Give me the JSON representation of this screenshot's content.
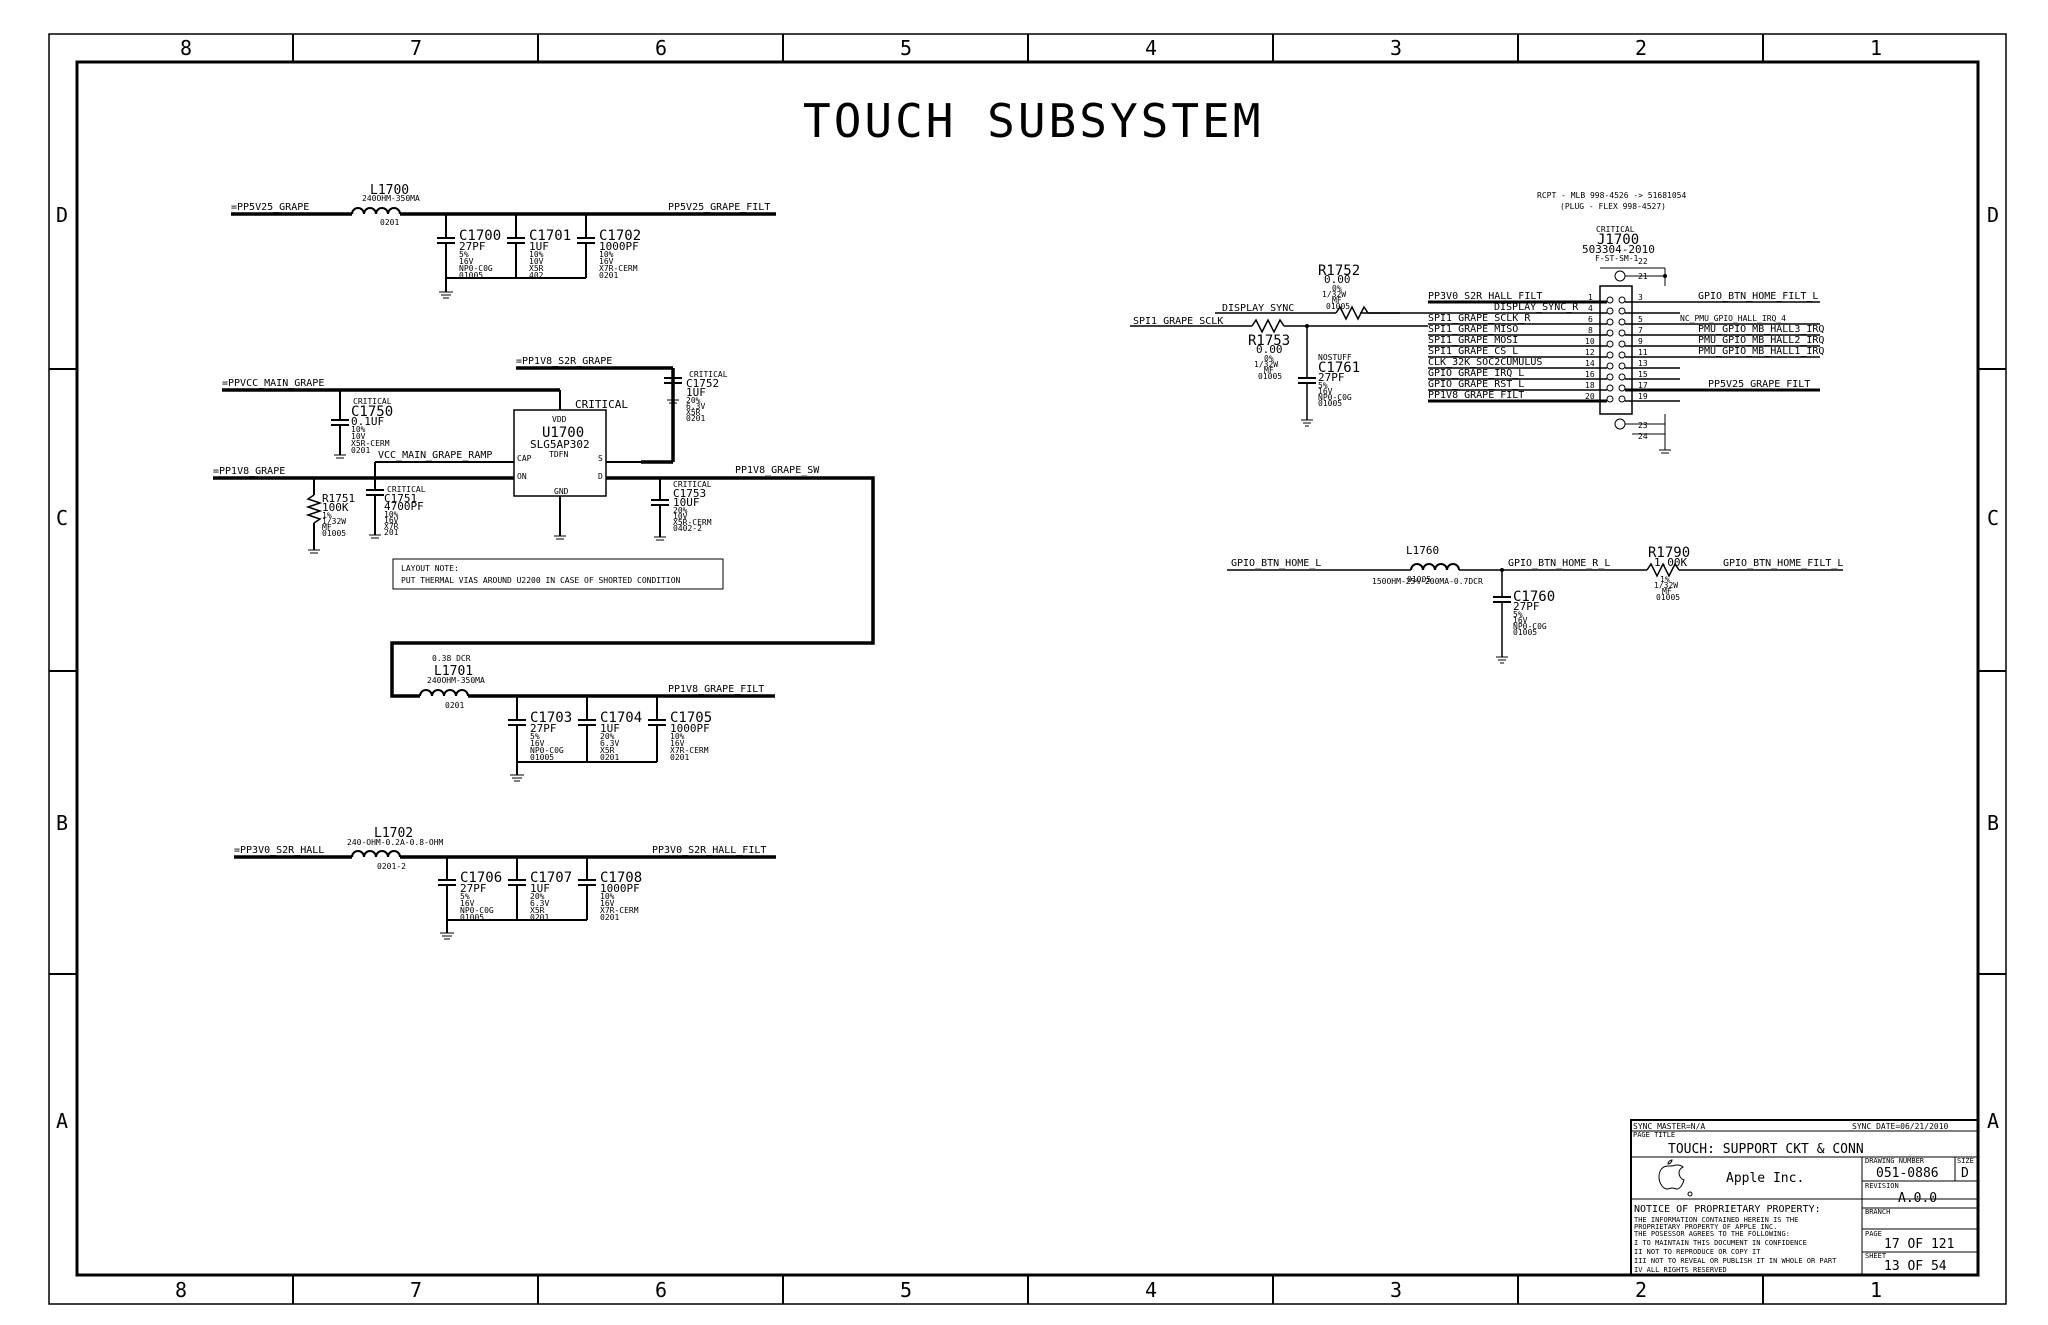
{
  "title": "TOUCH SUBSYSTEM",
  "zones": {
    "columns": [
      "8",
      "7",
      "6",
      "5",
      "4",
      "3",
      "2",
      "1"
    ],
    "rows": [
      "D",
      "C",
      "B",
      "A"
    ]
  },
  "filter_d": {
    "input_net": "=PP5V25_GRAPE",
    "inductor": {
      "ref": "L1700",
      "value": "240OHM-350MA",
      "pkg": "0201"
    },
    "output_net": "PP5V25_GRAPE_FILT",
    "caps": [
      {
        "ref": "C1700",
        "value": "27PF",
        "tol": "5%",
        "volt": "16V",
        "diel": "NP0-C0G",
        "pkg": "01005"
      },
      {
        "ref": "C1701",
        "value": "1UF",
        "tol": "10%",
        "volt": "10V",
        "diel": "X5R",
        "pkg": "402"
      },
      {
        "ref": "C1702",
        "value": "1000PF",
        "tol": "10%",
        "volt": "16V",
        "diel": "X7R-CERM",
        "pkg": "0201"
      }
    ]
  },
  "regulator": {
    "net_s2r": "=PP1V8_S2R_GRAPE",
    "net_main": "=PPVCC_MAIN_GRAPE",
    "net_in": "=PP1V8_GRAPE",
    "net_ramp": "VCC_MAIN_GRAPE_RAMP",
    "net_sw": "PP1V8_GRAPE_SW",
    "critical": "CRITICAL",
    "ic": {
      "ref": "U1700",
      "part": "SLG5AP302",
      "pkg": "TDFN",
      "vdd": "VDD",
      "cap": "CAP",
      "on": "ON",
      "gnd": "GND",
      "s": "S",
      "d": "D"
    },
    "c1750": {
      "ref": "C1750",
      "value": "0.1UF",
      "tol": "10%",
      "volt": "10V",
      "diel": "X5R-CERM",
      "pkg": "0201"
    },
    "c1751": {
      "ref": "C1751",
      "value": "4700PF",
      "tol": "10%",
      "volt": "16V",
      "diel": "X7R",
      "pkg": "201"
    },
    "c1752": {
      "ref": "C1752",
      "value": "1UF",
      "tol": "20%",
      "volt": "6.3V",
      "diel": "X5R",
      "pkg": "0201"
    },
    "c1753": {
      "ref": "C1753",
      "value": "10UF",
      "tol": "20%",
      "volt": "10V",
      "diel": "X5R-CERM",
      "pkg": "0402-2"
    },
    "r1751": {
      "ref": "R1751",
      "value": "100K",
      "tol": "1%",
      "power": "1/32W",
      "type": "MF",
      "pkg": "01005"
    },
    "layout_note_title": "LAYOUT NOTE:",
    "layout_note_text": "PUT THERMAL VIAS AROUND U2200 IN CASE OF SHORTED CONDITION"
  },
  "filter_b": {
    "dcr": "0.38 DCR",
    "inductor": {
      "ref": "L1701",
      "value": "240OHM-350MA",
      "pkg": "0201"
    },
    "output_net": "PP1V8_GRAPE_FILT",
    "caps": [
      {
        "ref": "C1703",
        "value": "27PF",
        "tol": "5%",
        "volt": "16V",
        "diel": "NP0-C0G",
        "pkg": "01005"
      },
      {
        "ref": "C1704",
        "value": "1UF",
        "tol": "20%",
        "volt": "6.3V",
        "diel": "X5R",
        "pkg": "0201"
      },
      {
        "ref": "C1705",
        "value": "1000PF",
        "tol": "10%",
        "volt": "16V",
        "diel": "X7R-CERM",
        "pkg": "0201"
      }
    ]
  },
  "filter_b2": {
    "input_net": "=PP3V0_S2R_HALL",
    "inductor": {
      "ref": "L1702",
      "value": "240-OHM-0.2A-0.8-OHM",
      "pkg": "0201-2"
    },
    "output_net": "PP3V0_S2R_HALL_FILT",
    "caps": [
      {
        "ref": "C1706",
        "value": "27PF",
        "tol": "5%",
        "volt": "16V",
        "diel": "NP0-C0G",
        "pkg": "01005"
      },
      {
        "ref": "C1707",
        "value": "1UF",
        "tol": "20%",
        "volt": "6.3V",
        "diel": "X5R",
        "pkg": "0201"
      },
      {
        "ref": "C1708",
        "value": "1000PF",
        "tol": "10%",
        "volt": "16V",
        "diel": "X7R-CERM",
        "pkg": "0201"
      }
    ]
  },
  "connector": {
    "note1": "RCPT - MLB 998-4526 -> 51681054",
    "note2": "(PLUG - FLEX 998-4527)",
    "critical": "CRITICAL",
    "ref": "J1700",
    "part": "503304-2010",
    "pkg": "F-ST-SM-1",
    "left_nets": [
      "PP3V0_S2R_HALL_FILT",
      "DISPLAY_SYNC_R",
      "SPI1_GRAPE_SCLK_R",
      "SPI1_GRAPE_MISO",
      "SPI1_GRAPE_MOSI",
      "SPI1_GRAPE_CS_L",
      "CLK_32K_SOC2CUMULUS",
      "GPIO_GRAPE_IRQ_L",
      "GPIO_GRAPE_RST_L",
      "PP1V8_GRAPE_FILT"
    ],
    "left_pins": [
      "1",
      "4",
      "6",
      "8",
      "10",
      "12",
      "14",
      "16",
      "18",
      "20"
    ],
    "right_nets": [
      "GPIO_BTN_HOME_FILT_L",
      "NC_PMU_GPIO_HALL_IRQ_4",
      "PMU_GPIO_MB_HALL3_IRQ",
      "PMU_GPIO_MB_HALL2_IRQ",
      "PMU_GPIO_MB_HALL1_IRQ",
      "PP5V25_GRAPE_FILT"
    ],
    "right_pins": [
      "3",
      "5",
      "7",
      "9",
      "11",
      "13",
      "15",
      "17",
      "19"
    ],
    "top_pins": [
      "22",
      "21"
    ],
    "bottom_pins": [
      "23",
      "24"
    ],
    "r1752": {
      "ref": "R1752",
      "value": "0.00",
      "tol": "0%",
      "power": "1/32W",
      "type": "MF",
      "pkg": "01005"
    },
    "r1753": {
      "ref": "R1753",
      "value": "0.00",
      "tol": "0%",
      "power": "1/32W",
      "type": "MF",
      "pkg": "01005"
    },
    "c1761": {
      "stuff": "NOSTUFF",
      "ref": "C1761",
      "value": "27PF",
      "tol": "5%",
      "volt": "16V",
      "diel": "NP0-C0G",
      "pkg": "01005"
    },
    "display_sync": "DISPLAY_SYNC",
    "spi_sclk": "SPI1_GRAPE_SCLK"
  },
  "home_button": {
    "net_in": "GPIO_BTN_HOME_L",
    "inductor": {
      "ref": "L1760",
      "value": "150OHM-25%-200MA-0.7DCR",
      "pkg": "01005"
    },
    "net_mid": "GPIO_BTN_HOME_R_L",
    "resistor": {
      "ref": "R1790",
      "value": "1.00K",
      "tol": "1%",
      "power": "1/32W",
      "type": "MF",
      "pkg": "01005"
    },
    "net_out": "GPIO_BTN_HOME_FILT_L",
    "cap": {
      "ref": "C1760",
      "value": "27PF",
      "tol": "5%",
      "volt": "16V",
      "diel": "NP0-C0G",
      "pkg": "01005"
    }
  },
  "title_block": {
    "sync_master": "SYNC_MASTER=N/A",
    "sync_date": "SYNC_DATE=06/21/2010",
    "page_title_label": "PAGE TITLE",
    "page_title": "TOUCH:  SUPPORT CKT & CONN",
    "company": "Apple Inc.",
    "drawing_number_label": "DRAWING NUMBER",
    "drawing_number": "051-0886",
    "size_label": "SIZE",
    "size": "D",
    "revision_label": "REVISION",
    "revision": "A.0.0",
    "branch_label": "BRANCH",
    "page_label": "PAGE",
    "page": "17 OF 121",
    "sheet_label": "SHEET",
    "sheet": "13 OF 54",
    "notice_title": "NOTICE OF PROPRIETARY PROPERTY:",
    "notice_lines": [
      "THE INFORMATION CONTAINED HEREIN IS THE",
      "PROPRIETARY PROPERTY OF APPLE INC.",
      "THE POSESSOR AGREES TO THE FOLLOWING:",
      "I TO MAINTAIN THIS DOCUMENT IN CONFIDENCE",
      "II NOT TO REPRODUCE OR COPY IT",
      "III NOT TO REVEAL OR PUBLISH IT IN WHOLE OR PART",
      "IV ALL RIGHTS RESERVED"
    ]
  }
}
